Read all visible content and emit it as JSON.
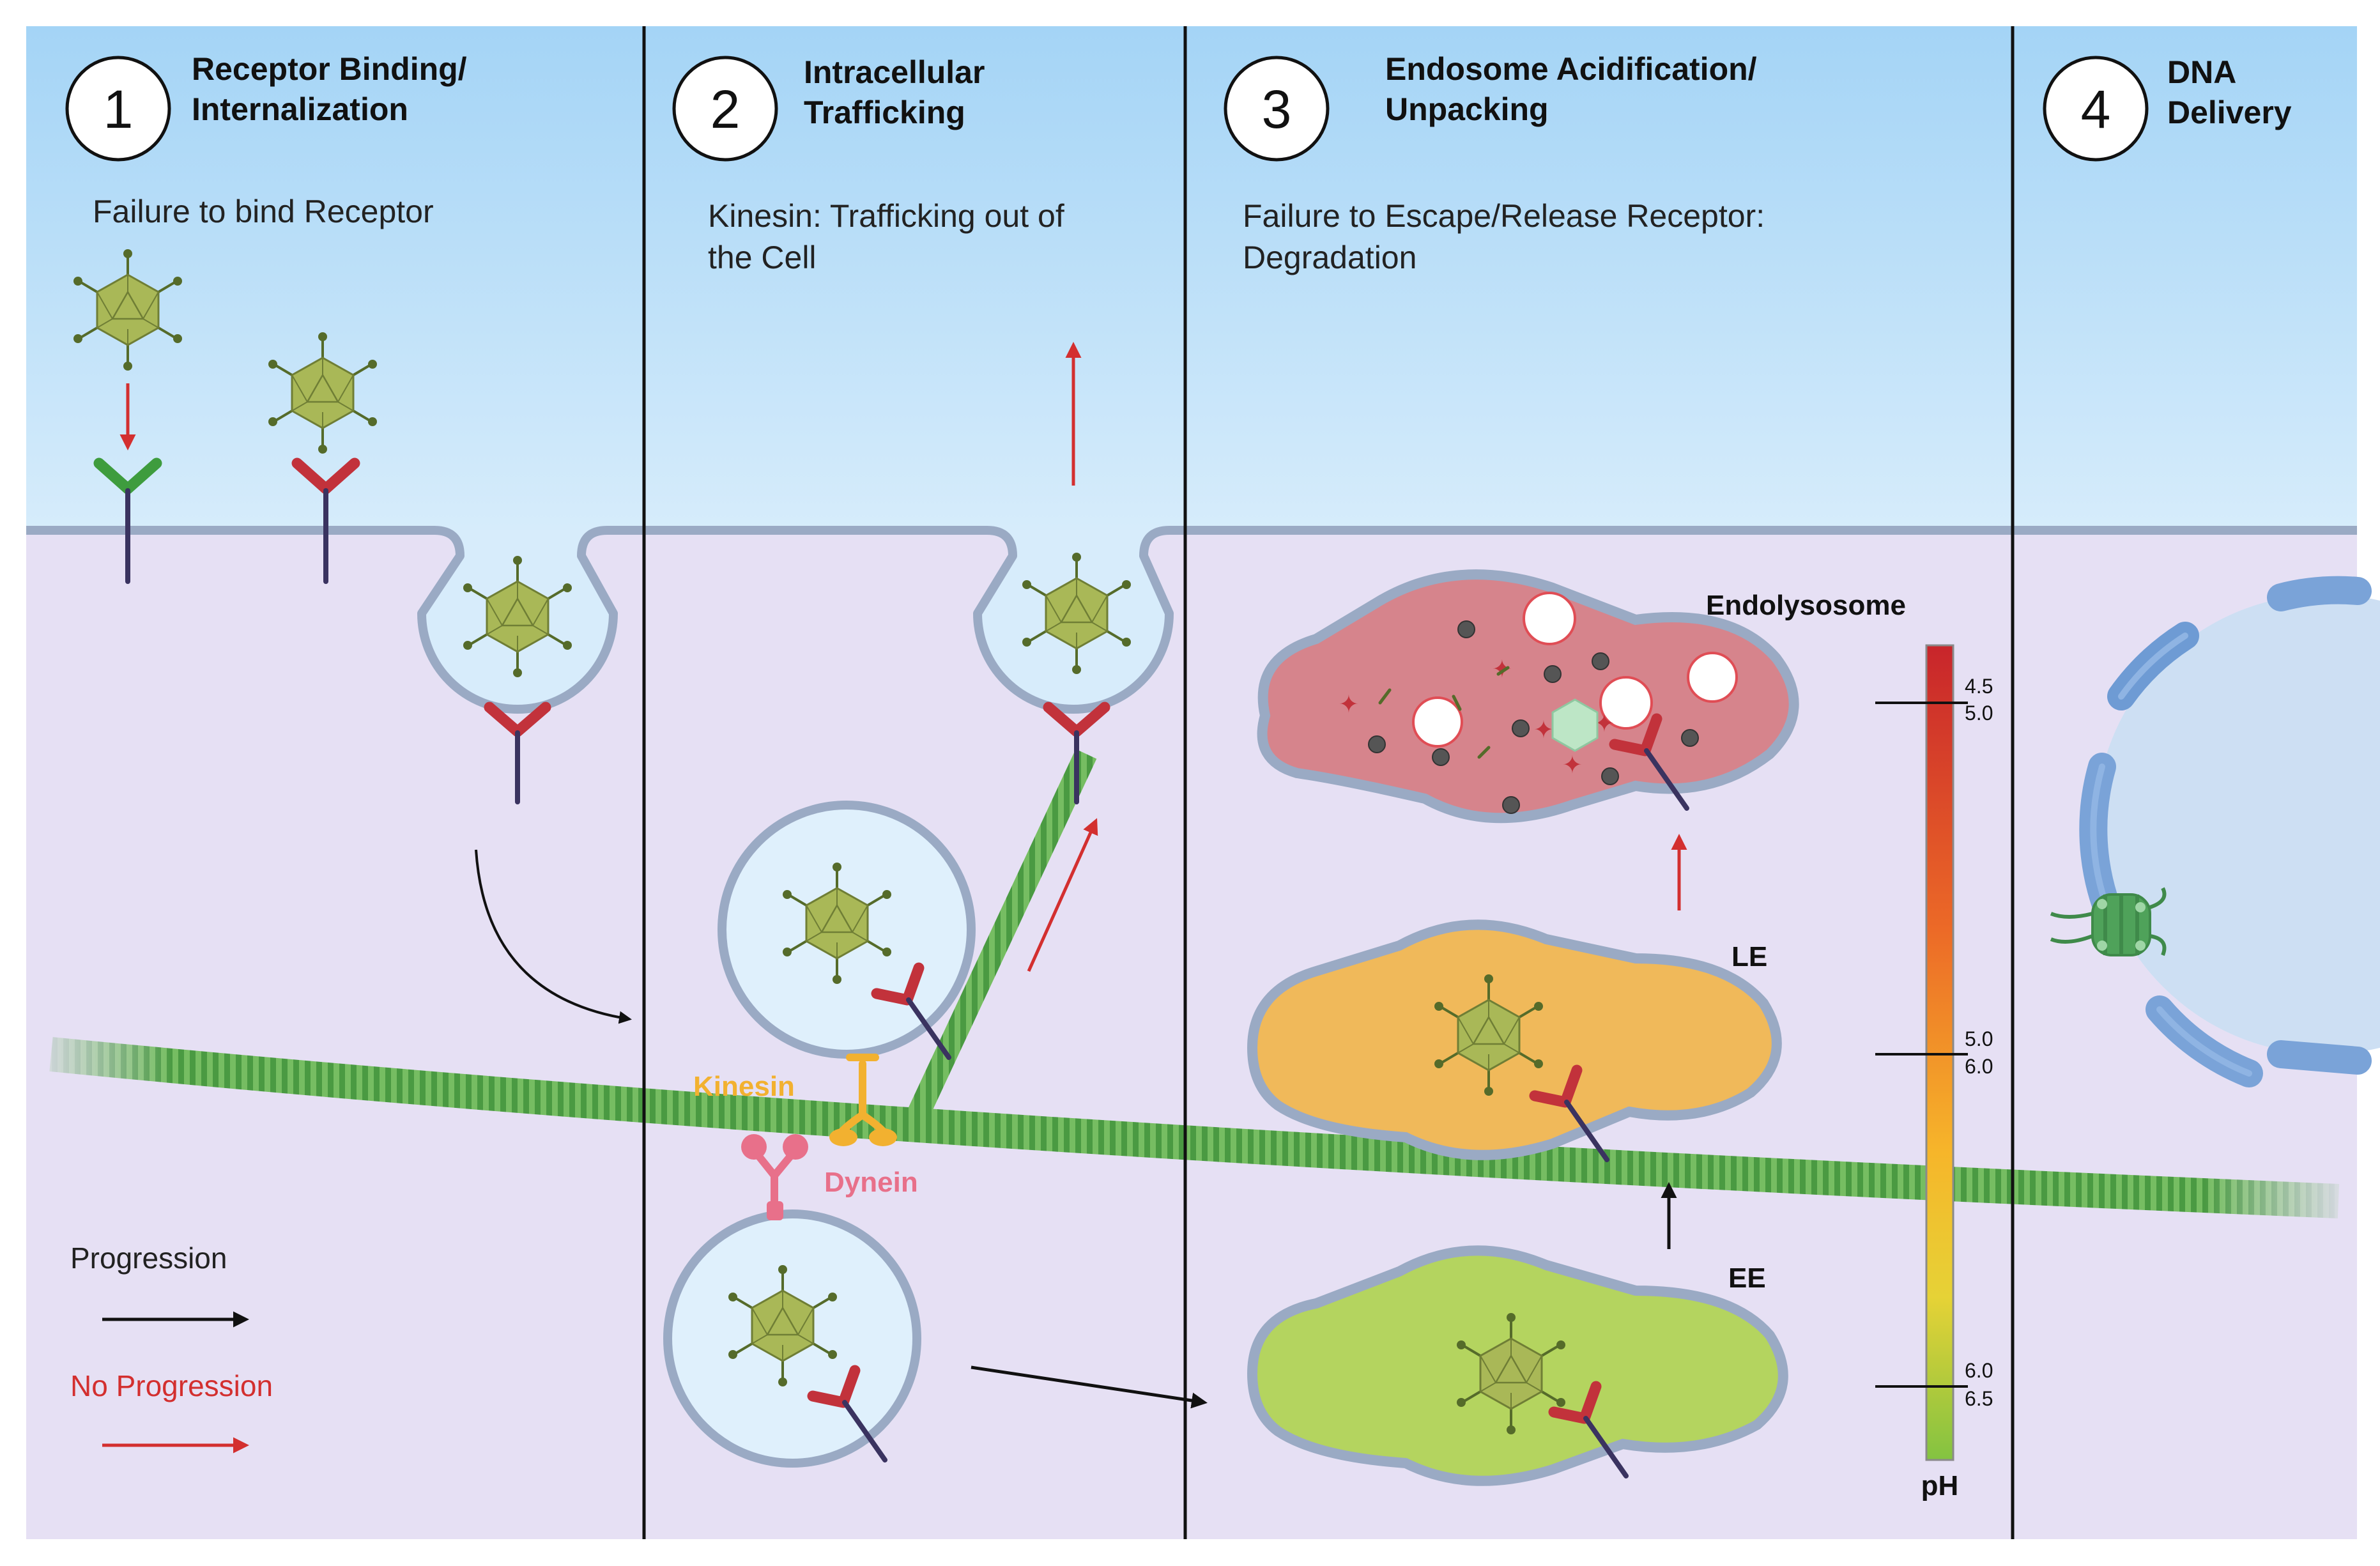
{
  "steps": [
    {
      "number": "1",
      "title_line1": "Receptor Binding/",
      "title_line2": "Internalization",
      "subtitle_line1": "Failure to bind Receptor",
      "subtitle_line2": ""
    },
    {
      "number": "2",
      "title_line1": "Intracellular",
      "title_line2": "Trafficking",
      "subtitle_line1": "Kinesin: Trafficking out of",
      "subtitle_line2": "the Cell"
    },
    {
      "number": "3",
      "title_line1": "Endosome Acidification/",
      "title_line2": "Unpacking",
      "subtitle_line1": "Failure to Escape/Release Receptor:",
      "subtitle_line2": "Degradation"
    },
    {
      "number": "4",
      "title_line1": "DNA",
      "title_line2": "Delivery",
      "subtitle_line1": "",
      "subtitle_line2": ""
    }
  ],
  "motors": {
    "kinesin": "Kinesin",
    "dynein": "Dynein"
  },
  "compartments": {
    "endolysosome": "Endolysosome",
    "le": "LE",
    "ee": "EE"
  },
  "ph_scale": {
    "label": "pH",
    "ticks": [
      {
        "top": "4.5",
        "bottom": "5.0"
      },
      {
        "top": "5.0",
        "bottom": "6.0"
      },
      {
        "top": "6.0",
        "bottom": "6.5"
      }
    ]
  },
  "legend": {
    "progression": "Progression",
    "no_progression": "No Progression"
  },
  "colors": {
    "sky": "#a9d6f5",
    "cytoplasm": "#e6e0f4",
    "membrane": "#9aaac4",
    "microtubule": "#4f9e45",
    "receptor_red": "#c2323b",
    "receptor_green": "#3e9c3e",
    "capsid": "#a9b857",
    "kinesin": "#f2b130",
    "dynein": "#e8708a",
    "endolysosome": "#d6848c",
    "late_endosome": "#f0b95a",
    "early_endosome": "#b4d45f",
    "nucleus": "#7aa3d8",
    "arrow_progression": "#111111",
    "arrow_no_progression": "#d32f2f"
  }
}
